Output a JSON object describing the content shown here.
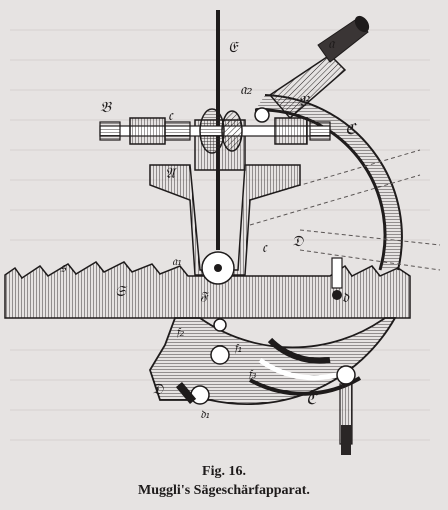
{
  "figure": {
    "number": "Fig. 16.",
    "title": "Muggli's Sägeschärfapparat."
  },
  "labels": {
    "E": "𝔈",
    "a": "𝔞",
    "a2": "𝔞₂",
    "B_left": "𝔅",
    "B_right": "𝔅",
    "c": "𝔠",
    "C": "ℭ",
    "A": "𝔄",
    "D_mid": "𝔇",
    "c_mid": "𝔠",
    "a1": "𝔞₁",
    "s_blade": "𝔰",
    "five": "𝔖",
    "F": "𝔉",
    "d": "𝔡",
    "f2": "𝔣₂",
    "f1": "𝔣₁",
    "f3": "𝔣₃",
    "D_bottom": "𝔇",
    "d1": "𝔡₁",
    "C_bottom": "ℭ"
  }
}
